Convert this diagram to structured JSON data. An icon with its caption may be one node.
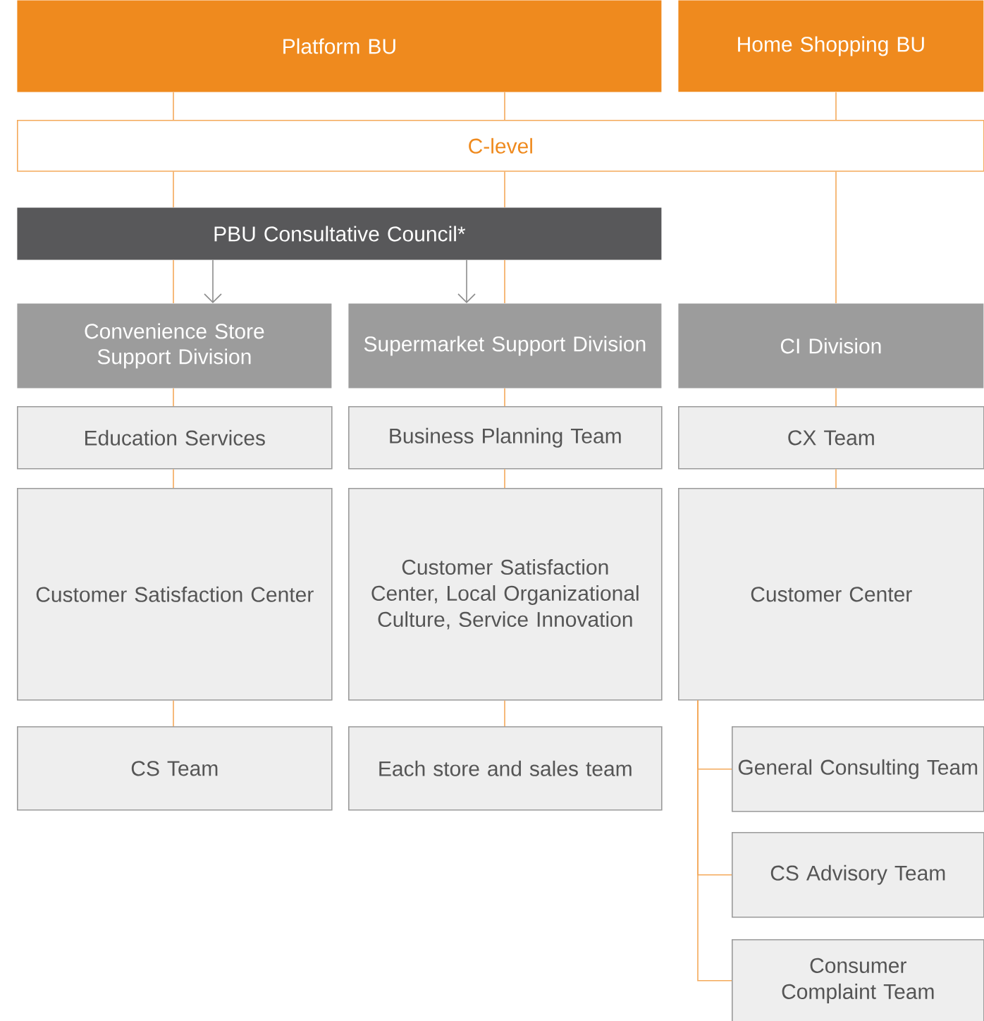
{
  "diagram": {
    "nodes": [
      {
        "text": [
          "Platform BU"
        ]
      },
      {
        "text": [
          "Home Shopping BU"
        ]
      },
      {
        "text": [
          "C-level"
        ]
      },
      {
        "text": [
          "PBU Consultative Council*"
        ]
      },
      {
        "text": [
          "Convenience Store Support Division"
        ]
      },
      {
        "text": [
          "Supermarket Support Division"
        ]
      },
      {
        "text": [
          "CI Division"
        ]
      },
      {
        "text": [
          "Education Services"
        ]
      },
      {
        "text": [
          "Business Planning Team"
        ]
      },
      {
        "text": [
          "CX Team"
        ]
      },
      {
        "text": [
          "Customer Satisfaction Center"
        ]
      },
      {
        "text": [
          "Customer Satisfaction Center, Local Organizational Culture, Service Innovation"
        ]
      },
      {
        "text": [
          "Customer Center"
        ]
      },
      {
        "text": [
          "CS Team"
        ]
      },
      {
        "text": [
          "Each store and sales team"
        ]
      },
      {
        "text": [
          "General Consulting Team"
        ]
      },
      {
        "text": [
          "CS Advisory Team"
        ]
      },
      {
        "text": [
          "Consumer Complaint Team"
        ]
      }
    ],
    "edges": [
      {
        "from": 0,
        "to": 2,
        "arrow": "none"
      },
      {
        "from": 0,
        "to": 2,
        "arrow": "none"
      },
      {
        "from": 1,
        "to": 2,
        "arrow": "none"
      },
      {
        "from": 2,
        "to": 3,
        "arrow": "none"
      },
      {
        "from": 2,
        "to": 3,
        "arrow": "none"
      },
      {
        "from": 3,
        "to": 4,
        "arrow": "none"
      },
      {
        "from": 3,
        "to": 5,
        "arrow": "none"
      },
      {
        "from": 2,
        "to": 6,
        "arrow": "none"
      },
      {
        "from": 3,
        "to": 4,
        "arrow": "to",
        "color": "#8c8c8c"
      },
      {
        "from": 3,
        "to": 5,
        "arrow": "to",
        "color": "#8c8c8c"
      },
      {
        "from": 4,
        "to": 7,
        "arrow": "none"
      },
      {
        "from": 7,
        "to": 10,
        "arrow": "none"
      },
      {
        "from": 10,
        "to": 13,
        "arrow": "none"
      },
      {
        "from": 5,
        "to": 8,
        "arrow": "none"
      },
      {
        "from": 8,
        "to": 11,
        "arrow": "none"
      },
      {
        "from": 11,
        "to": 14,
        "arrow": "none"
      },
      {
        "from": 6,
        "to": 9,
        "arrow": "none"
      },
      {
        "from": 9,
        "to": 12,
        "arrow": "none"
      },
      {
        "from": 12,
        "to": 15,
        "arrow": "none"
      },
      {
        "from": 12,
        "to": 16,
        "arrow": "none"
      },
      {
        "from": 12,
        "to": 17,
        "arrow": "none"
      }
    ]
  }
}
